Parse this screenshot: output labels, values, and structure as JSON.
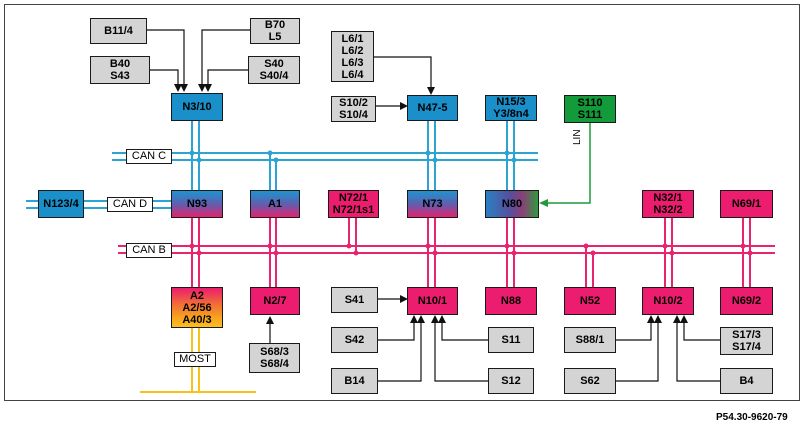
{
  "buses": {
    "can_c": "CAN C",
    "can_d": "CAN D",
    "can_b": "CAN B",
    "lin": "LIN",
    "most": "MOST"
  },
  "modules": {
    "b11_4": [
      "B11/4"
    ],
    "b70_l5": [
      "B70",
      "L5"
    ],
    "b40_s43": [
      "B40",
      "S43"
    ],
    "s40": [
      "S40",
      "S40/4"
    ],
    "n3_10": [
      "N3/10"
    ],
    "l6": [
      "L6/1",
      "L6/2",
      "L6/3",
      "L6/4"
    ],
    "s10": [
      "S10/2",
      "S10/4"
    ],
    "n47_5": [
      "N47-5"
    ],
    "n15_3": [
      "N15/3",
      "Y3/8n4"
    ],
    "s110": [
      "S110",
      "S111"
    ],
    "n123_4": [
      "N123/4"
    ],
    "n93": [
      "N93"
    ],
    "a1": [
      "A1"
    ],
    "n72": [
      "N72/1",
      "N72/1s1"
    ],
    "n73": [
      "N73"
    ],
    "n80": [
      "N80"
    ],
    "n32": [
      "N32/1",
      "N32/2"
    ],
    "n69_1": [
      "N69/1"
    ],
    "a2": [
      "A2",
      "A2/56",
      "A40/3"
    ],
    "n2_7": [
      "N2/7"
    ],
    "s41": [
      "S41"
    ],
    "n10_1": [
      "N10/1"
    ],
    "n88": [
      "N88"
    ],
    "n52": [
      "N52"
    ],
    "n10_2": [
      "N10/2"
    ],
    "n69_2": [
      "N69/2"
    ],
    "s68": [
      "S68/3",
      "S68/4"
    ],
    "s42": [
      "S42"
    ],
    "s11": [
      "S11"
    ],
    "s88_1": [
      "S88/1"
    ],
    "s17": [
      "S17/3",
      "S17/4"
    ],
    "b14": [
      "B14"
    ],
    "s12": [
      "S12"
    ],
    "s62": [
      "S62"
    ],
    "b4": [
      "B4"
    ]
  },
  "figure_ref": "P54.30-9620-79",
  "colors": {
    "can_c": "#2ba3d3",
    "can_b": "#e8246f",
    "most": "#f6c21c",
    "lin": "#1f9a3c",
    "module_gray": "#d4d4d4",
    "module_blue": "#1a8fc9",
    "module_pink": "#ec1d6e",
    "module_green": "#139a3a"
  }
}
